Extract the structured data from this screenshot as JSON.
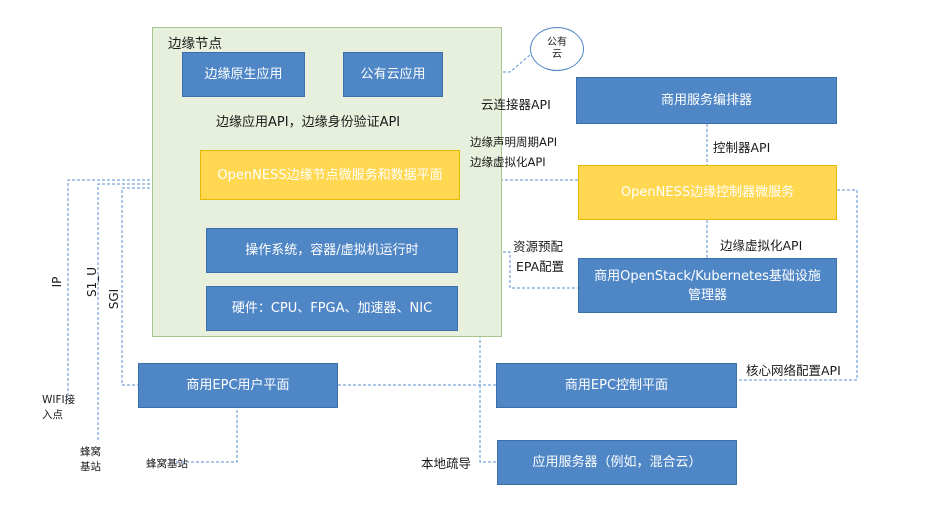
{
  "edge_node": {
    "title": "边缘节点",
    "native_app": "边缘原生应用",
    "public_cloud_app": "公有云应用",
    "api_label": "边缘应用API，边缘身份验证API",
    "openness_node": "OpenNESS边缘节点微服务和数据平面",
    "os_runtime": "操作系统，容器/虚拟机运行时",
    "hardware": "硬件：CPU、FPGA、加速器、NIC"
  },
  "public_cloud": "公有\n云",
  "right": {
    "orchestrator": "商用服务编排器",
    "controller_api": "控制器API",
    "openness_controller": "OpenNESS边缘控制器微服务",
    "edge_virt_api": "边缘虚拟化API",
    "infra_manager": "商用OpenStack/Kubernetes基础设施管理器"
  },
  "labels": {
    "cloud_connector_api": "云连接器API",
    "edge_lifecycle_api": "边缘声明周期API",
    "edge_virt_api_mid": "边缘虚拟化API",
    "resource_provision": "资源预配",
    "epa_config": "EPA配置",
    "core_network_api": "核心网络配置API",
    "local_breakout": "本地疏导"
  },
  "epc": {
    "user_plane": "商用EPC用户平面",
    "control_plane": "商用EPC控制平面"
  },
  "app_server": "应用服务器（例如，混合云）",
  "left": {
    "ip": "IP",
    "s1u": "S1_U",
    "sgi": "SGI",
    "wifi": "WIFI接\n入点",
    "cellular_bs": "蜂窝\n基站",
    "cellular_bs2": "蜂窝基站"
  },
  "colors": {
    "box_blue": "#4f86c6",
    "box_yellow": "#ffd750",
    "edge_bg": "#e6f0dc",
    "line": "#5b8fd0"
  }
}
